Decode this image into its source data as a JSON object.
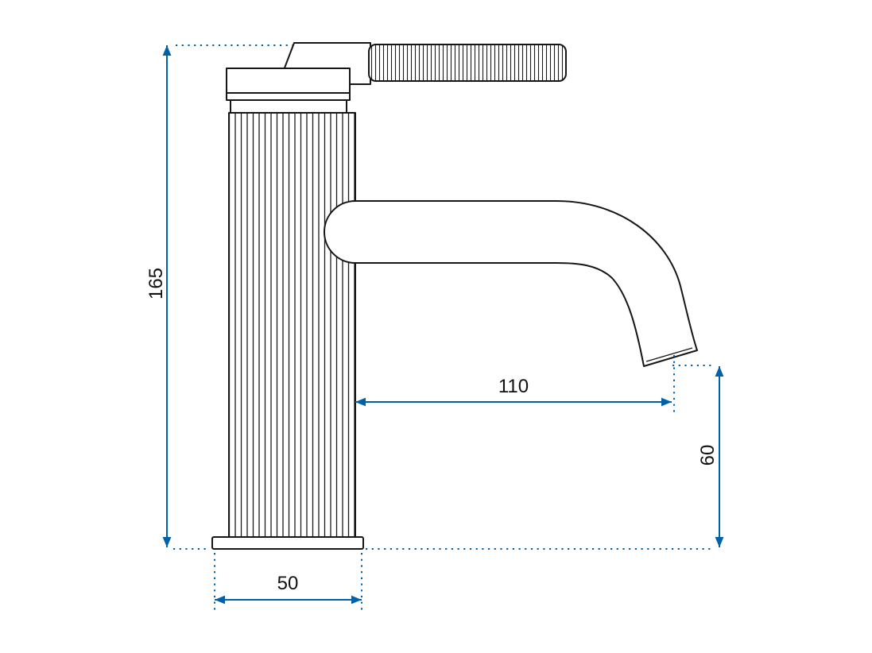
{
  "drawing": {
    "colors": {
      "outline": "#161616",
      "dimension": "#0060a9",
      "label_text": "#111111"
    },
    "dimension_labels": {
      "overall_height": "165",
      "spout_reach": "110",
      "outlet_height": "60",
      "base_width": "50"
    }
  }
}
